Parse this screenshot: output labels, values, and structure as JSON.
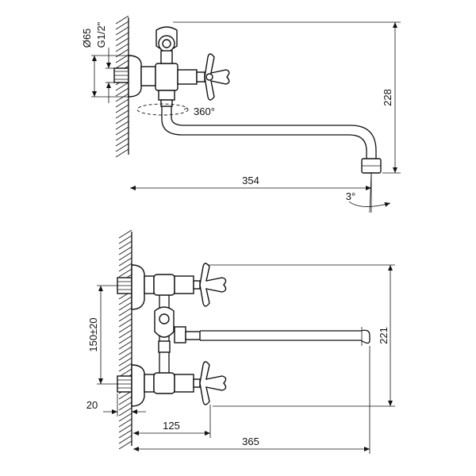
{
  "top_view": {
    "diameter_label": "Ø65",
    "thread_label": "G1/2\"",
    "rotation_label": "360°",
    "height_label": "228",
    "reach_label": "354",
    "angle_label": "3°"
  },
  "front_view": {
    "spacing_label": "150±20",
    "height_label": "221",
    "wall_offset_label": "20",
    "base_offset_label": "125",
    "total_length_label": "365"
  }
}
